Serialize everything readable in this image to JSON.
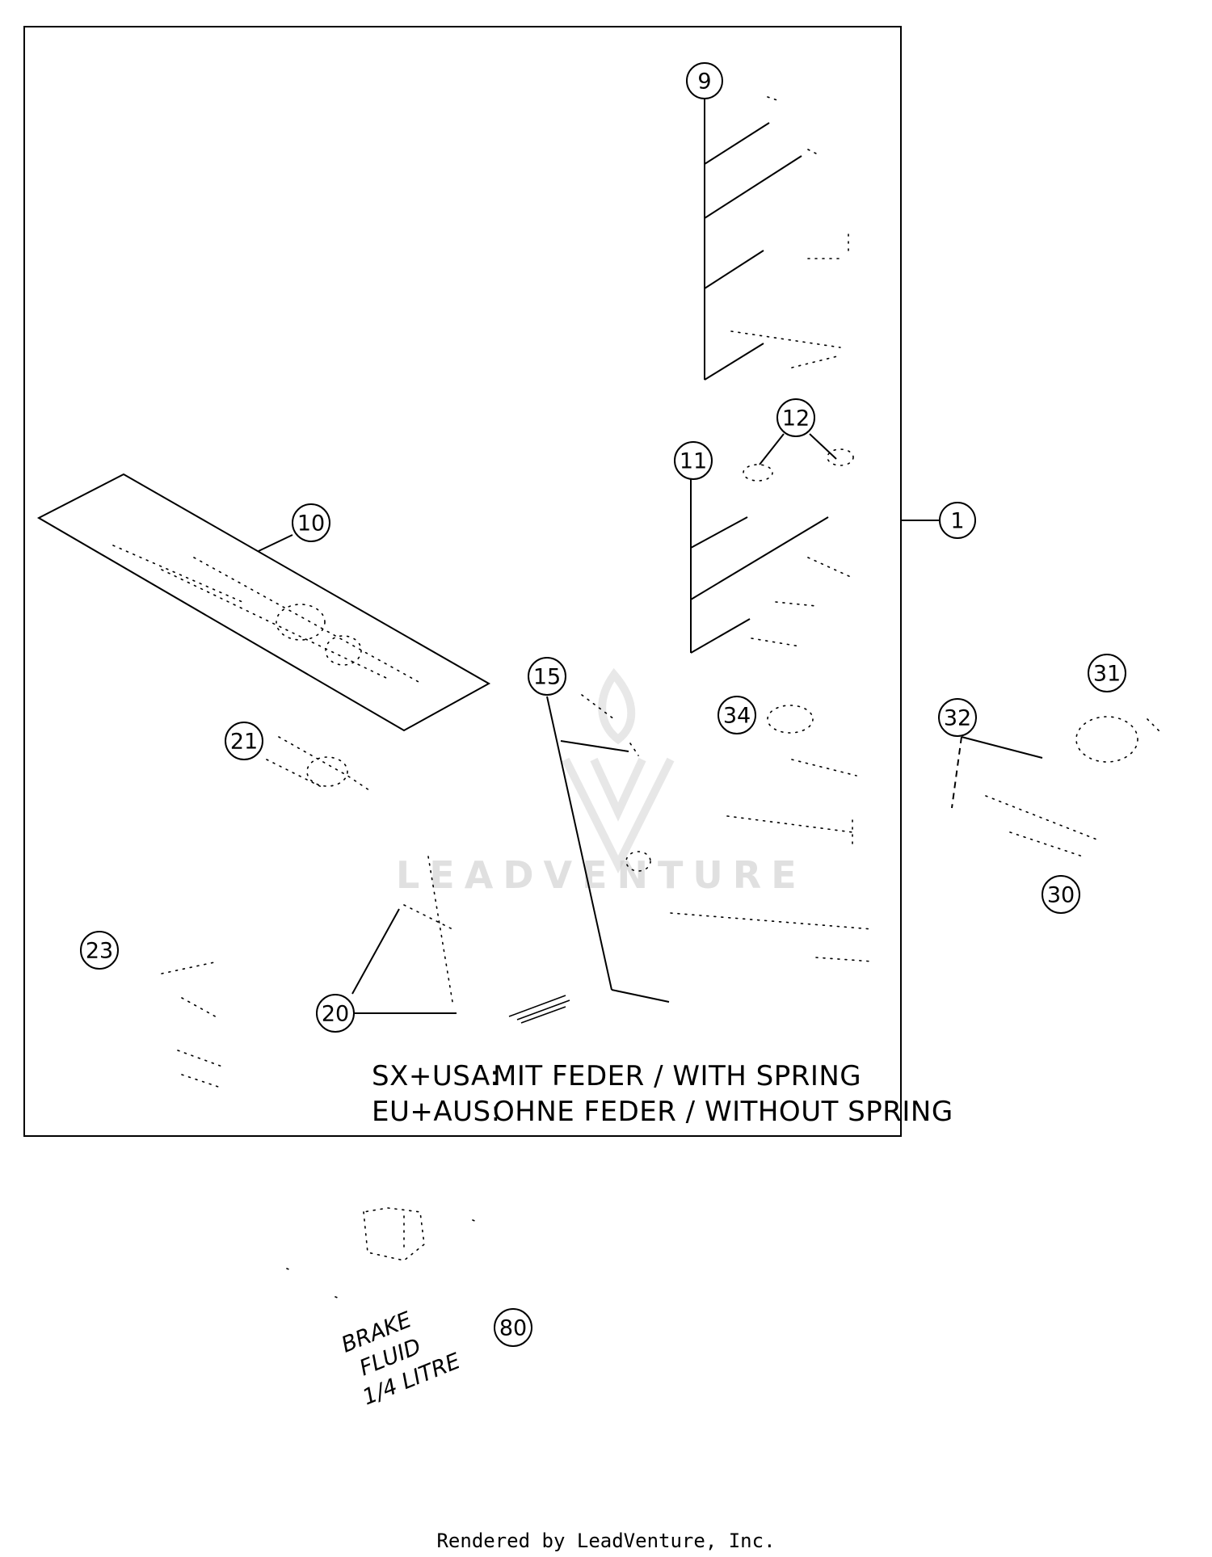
{
  "callouts": {
    "c1": "1",
    "c9": "9",
    "c10": "10",
    "c11": "11",
    "c12": "12",
    "c15": "15",
    "c20": "20",
    "c21": "21",
    "c23": "23",
    "c30": "30",
    "c31": "31",
    "c32": "32",
    "c34": "34",
    "c80": "80"
  },
  "note": {
    "line1_region": "SX+USA:",
    "line1_text": "MIT FEDER / WITH SPRING",
    "line2_region": "EU+AUS:",
    "line2_text": "OHNE FEDER / WITHOUT SPRING"
  },
  "bottle_label": {
    "line1": "BRAKE",
    "line2": "FLUID",
    "line3": "1/4 LITRE"
  },
  "watermark": "LEADVENTURE",
  "footer": "Rendered by LeadVenture, Inc."
}
